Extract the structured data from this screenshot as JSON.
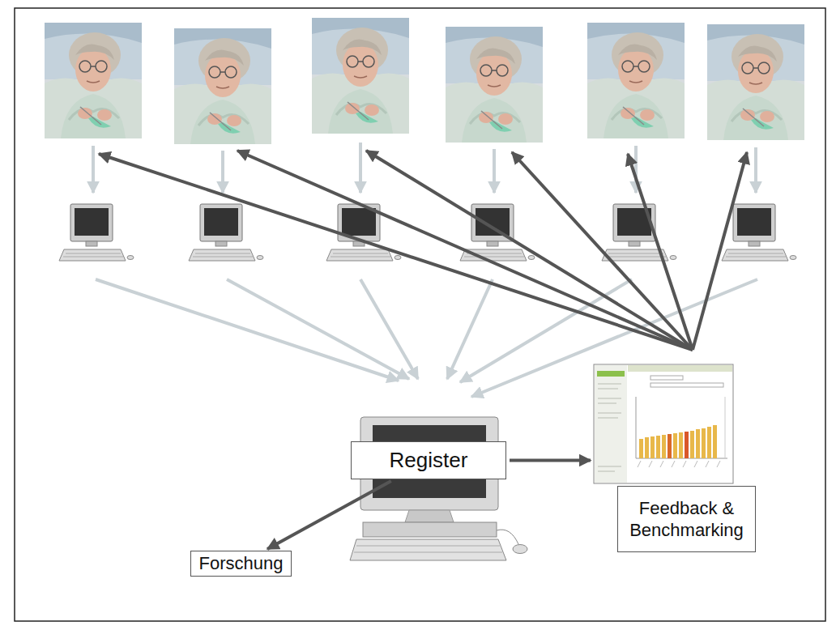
{
  "diagram": {
    "nodes": [
      {
        "text": [
          "Register"
        ]
      },
      {
        "text": [
          "Feedback & Benchmarking"
        ]
      },
      {
        "text": [
          "Forschung"
        ]
      }
    ],
    "edges": [
      {
        "from": 0,
        "to": 1,
        "arrow": "to"
      },
      {
        "from": 0,
        "to": 2,
        "arrow": "to"
      }
    ]
  }
}
